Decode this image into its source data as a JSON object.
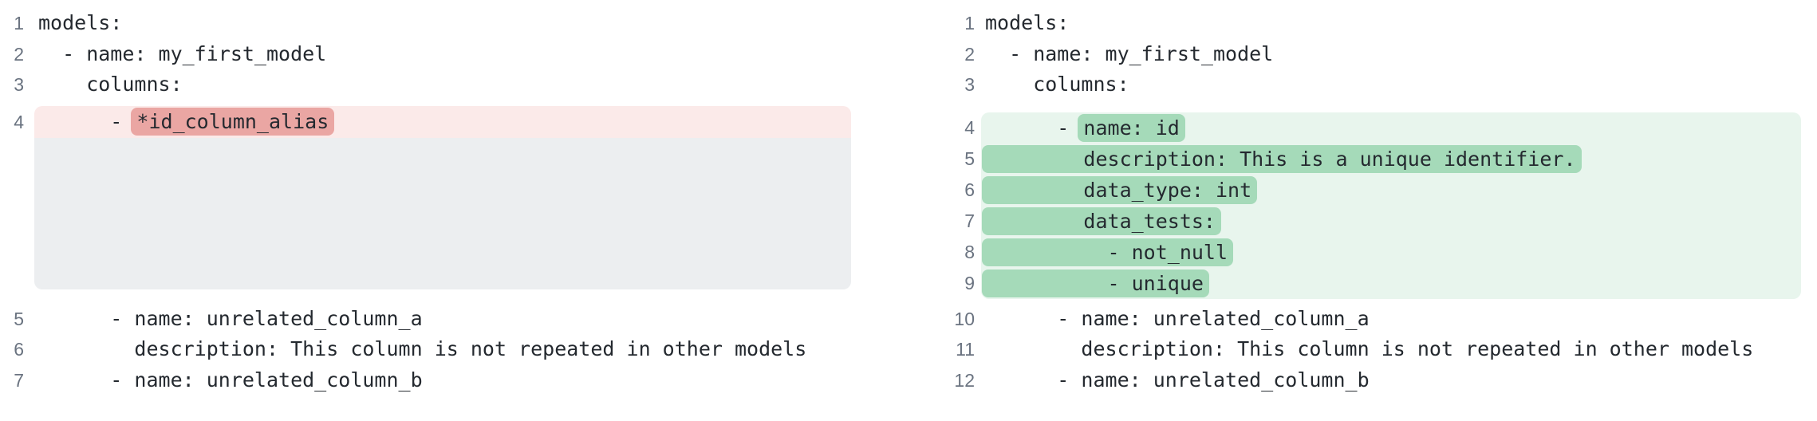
{
  "view": "split-yaml-diff",
  "colors": {
    "text": "#24292f",
    "line_number": "#6a7380",
    "removed_row_bg": "#fbeae9",
    "removed_mark_bg": "#eaa6a3",
    "added_row_bg": "#e8f5ed",
    "added_mark_bg": "#a5dab9",
    "filler_bg": "#eceef0"
  },
  "panels": [
    {
      "side": "left",
      "sections": [
        {
          "type": "context",
          "lines": [
            {
              "num": "1",
              "segments": [
                {
                  "text": "models:"
                }
              ]
            },
            {
              "num": "2",
              "segments": [
                {
                  "text": "  - name: my_first_model"
                }
              ]
            },
            {
              "num": "3",
              "segments": [
                {
                  "text": "    columns:"
                }
              ]
            }
          ]
        },
        {
          "type": "hunk",
          "change": "removed",
          "filler_rows": 5,
          "lines": [
            {
              "num": "4",
              "segments": [
                {
                  "text": "      - "
                },
                {
                  "text": "*id_column_alias",
                  "mark": true
                }
              ]
            }
          ]
        },
        {
          "type": "context",
          "lines": [
            {
              "num": "5",
              "segments": [
                {
                  "text": "      - name: unrelated_column_a"
                }
              ]
            },
            {
              "num": "6",
              "segments": [
                {
                  "text": "        description: This column is not repeated in other models"
                }
              ]
            },
            {
              "num": "7",
              "segments": [
                {
                  "text": "      - name: unrelated_column_b"
                }
              ]
            }
          ]
        }
      ]
    },
    {
      "side": "right",
      "sections": [
        {
          "type": "context",
          "lines": [
            {
              "num": "1",
              "segments": [
                {
                  "text": "models:"
                }
              ]
            },
            {
              "num": "2",
              "segments": [
                {
                  "text": "  - name: my_first_model"
                }
              ]
            },
            {
              "num": "3",
              "segments": [
                {
                  "text": "    columns:"
                }
              ]
            }
          ]
        },
        {
          "type": "hunk",
          "change": "added",
          "filler_rows": 0,
          "lines": [
            {
              "num": "4",
              "segments": [
                {
                  "text": "      - "
                },
                {
                  "text": "name: id",
                  "mark": true
                }
              ]
            },
            {
              "num": "5",
              "segments": [
                {
                  "text": "        description: This is a unique identifier.",
                  "mark": true
                }
              ]
            },
            {
              "num": "6",
              "segments": [
                {
                  "text": "        data_type: int",
                  "mark": true
                }
              ]
            },
            {
              "num": "7",
              "segments": [
                {
                  "text": "        data_tests:",
                  "mark": true
                }
              ]
            },
            {
              "num": "8",
              "segments": [
                {
                  "text": "          - not_null",
                  "mark": true
                }
              ]
            },
            {
              "num": "9",
              "segments": [
                {
                  "text": "          - unique",
                  "mark": true
                }
              ]
            }
          ]
        },
        {
          "type": "context",
          "lines": [
            {
              "num": "10",
              "segments": [
                {
                  "text": "      - name: unrelated_column_a"
                }
              ]
            },
            {
              "num": "11",
              "segments": [
                {
                  "text": "        description: This column is not repeated in other models"
                }
              ]
            },
            {
              "num": "12",
              "segments": [
                {
                  "text": "      - name: unrelated_column_b"
                }
              ]
            }
          ]
        }
      ]
    }
  ]
}
